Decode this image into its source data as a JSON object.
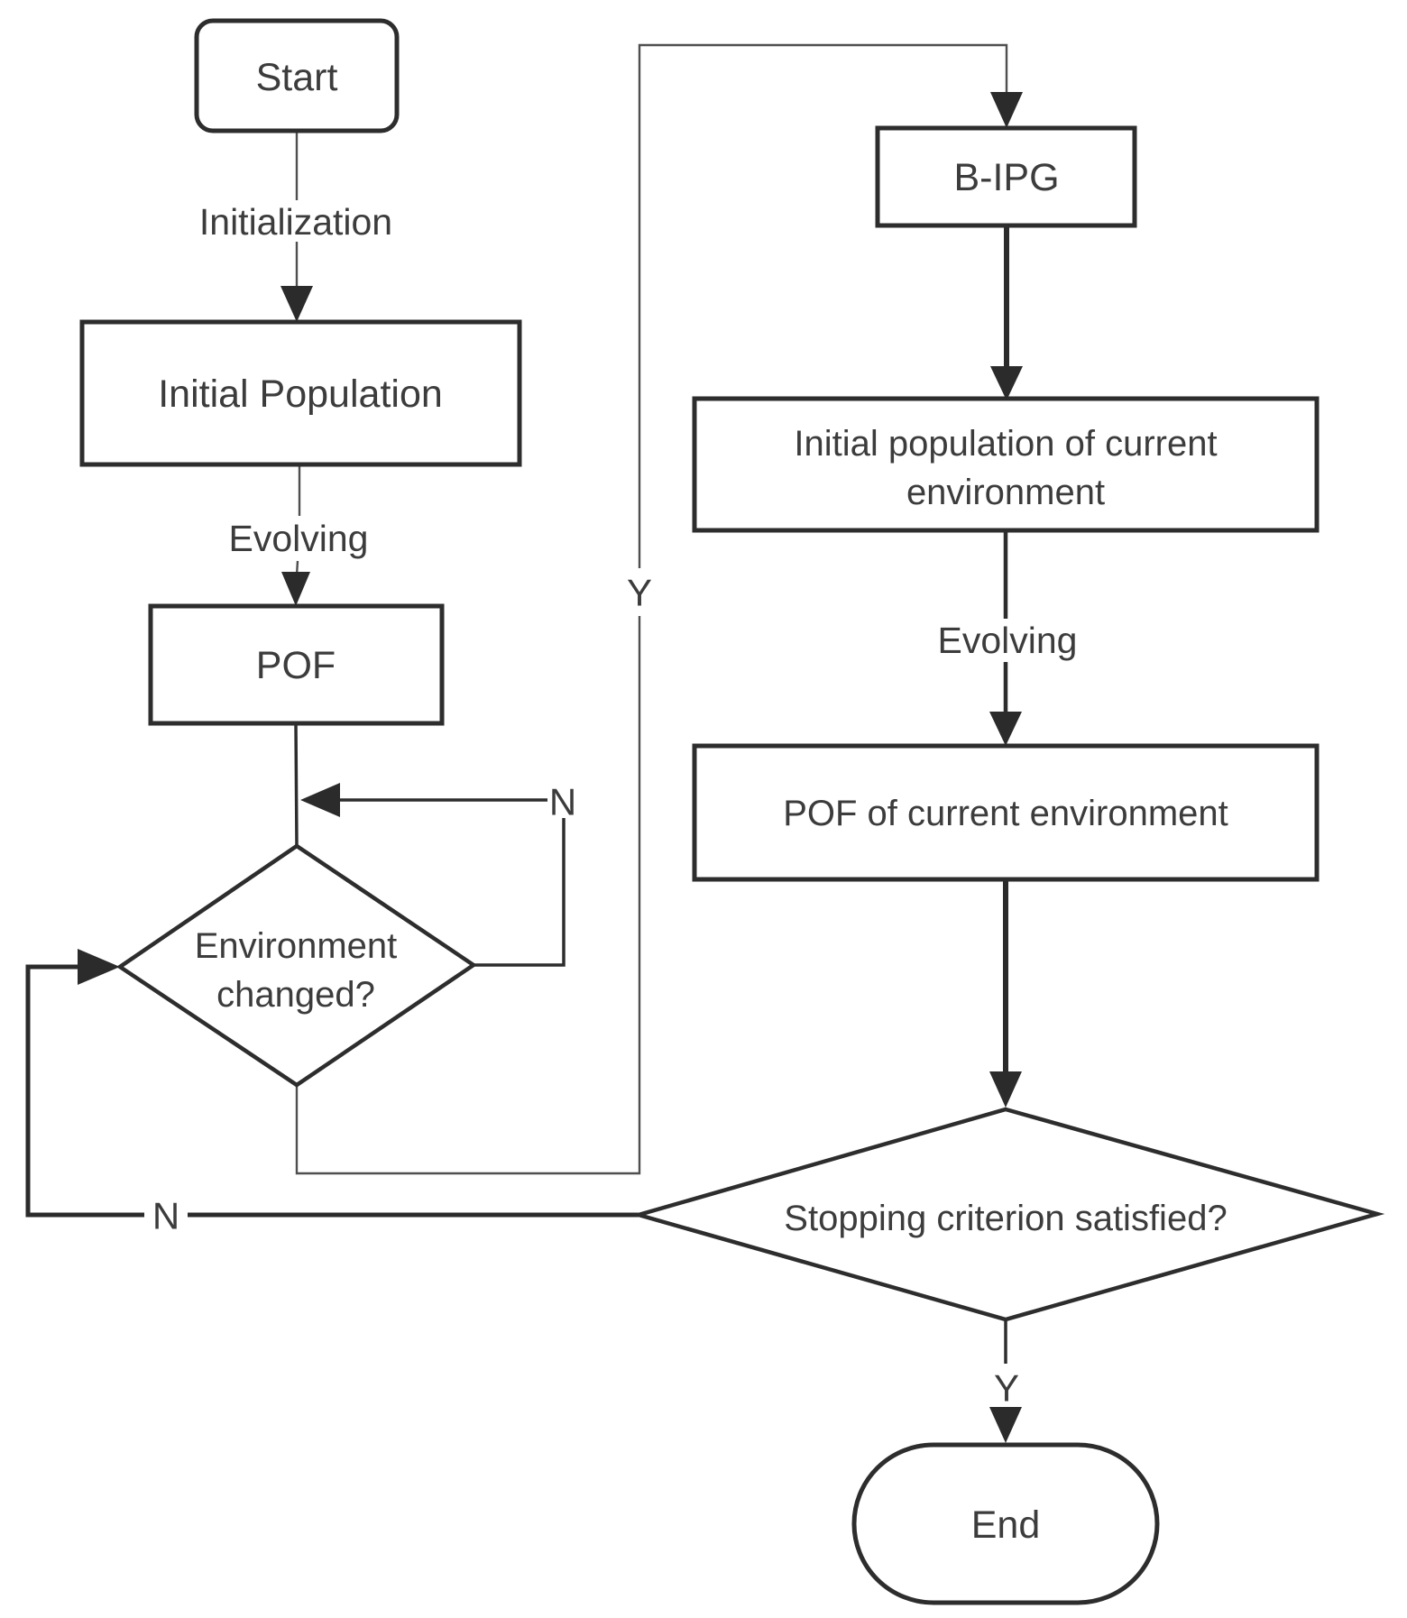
{
  "diagram": {
    "title": "Flowchart",
    "colors": {
      "background": "#ffffff",
      "line": "#2b2b2b",
      "thin_line": "#4f4f4f",
      "text": "#3c3c3c"
    },
    "nodes": {
      "start": {
        "label": "Start"
      },
      "initial_population": {
        "label": "Initial Population"
      },
      "pof": {
        "label": "POF"
      },
      "environment_changed": {
        "label_line1": "Environment",
        "label_line2": "changed?"
      },
      "b_ipg": {
        "label": "B-IPG"
      },
      "initial_population_current": {
        "label_line1": "Initial population of current",
        "label_line2": "environment"
      },
      "pof_current": {
        "label": "POF of current environment"
      },
      "stopping_criterion": {
        "label": "Stopping criterion satisfied?"
      },
      "end": {
        "label": "End"
      }
    },
    "edge_labels": {
      "initialization": "Initialization",
      "evolving_left": "Evolving",
      "evolving_right": "Evolving",
      "no_loop": "N",
      "no_return": "N",
      "yes_branch": "Y",
      "yes_end": "Y"
    }
  }
}
